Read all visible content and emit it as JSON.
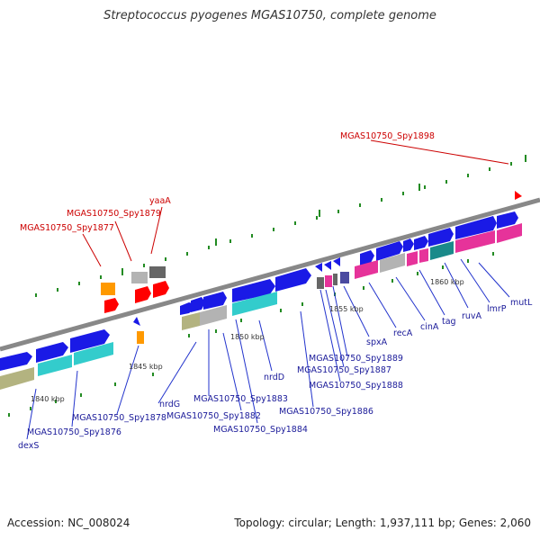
{
  "title": "Streptococcus pyogenes MGAS10750, complete genome",
  "footer": {
    "accession": "Accession: NC_008024",
    "summary": "Topology: circular; Length: 1,937,111 bp; Genes: 2,060"
  },
  "colors": {
    "backbone": "#888888",
    "gene_blue": "#1a1ae6",
    "cds_cyan": "#33cccc",
    "cds_pink": "#e6339a",
    "cds_khaki": "#b3b380",
    "cds_gray": "#b3b3b3",
    "trna_red": "#ff0000",
    "repeat_orange": "#ff9900",
    "tick_green": "#228b22",
    "label_blue": "#1a1a99",
    "label_red": "#cc0000"
  },
  "scale_labels": [
    "1840 kbp",
    "1845 kbp",
    "1850 kbp",
    "1855 kbp",
    "1860 kbp"
  ],
  "gene_labels": [
    "dexS",
    "MGAS10750_Spy1876",
    "MGAS10750_Spy1878",
    "nrdG",
    "MGAS10750_Spy1883",
    "MGAS10750_Spy1882",
    "MGAS10750_Spy1884",
    "nrdD",
    "MGAS10750_Spy1886",
    "MGAS10750_Spy1888",
    "MGAS10750_Spy1887",
    "MGAS10750_Spy1889",
    "spxA",
    "recA",
    "cinA",
    "tag",
    "ruvA",
    "lmrP",
    "mutL"
  ],
  "red_labels": [
    "MGAS10750_Spy1898",
    "MGAS10750_Spy1877",
    "MGAS10750_Spy1879",
    "yaaA"
  ]
}
